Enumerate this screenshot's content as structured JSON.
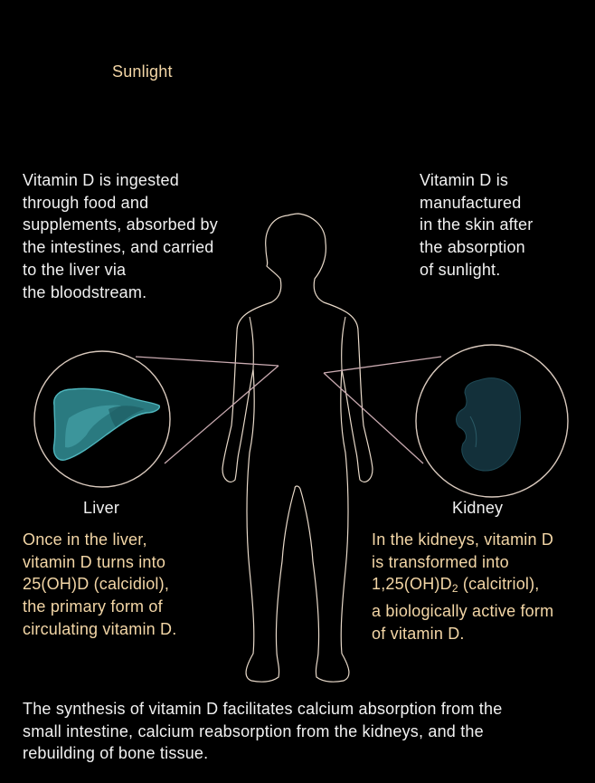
{
  "title": "Sunlight",
  "ingestion_text": "Vitamin D is ingested\nthrough food and\nsupplements, absorbed by\nthe intestines, and carried\nto the liver via\nthe bloodstream.",
  "skin_text": "Vitamin D is\nmanufactured\nin the skin after\nthe absorption\nof sunlight.",
  "liver": {
    "label": "Liver",
    "text": "Once in the liver,\nvitamin D turns into\n25(OH)D (calcidiol),\nthe primary form of\ncirculating vitamin D."
  },
  "kidney": {
    "label": "Kidney",
    "text_line1": "In the kidneys, vitamin D",
    "text_line2": "is transformed into",
    "text_line3_pre": "1,25(OH)D",
    "text_line3_sub": "2",
    "text_line3_post": " (calcitriol),",
    "text_line4": "a biologically active form",
    "text_line5": "of vitamin D."
  },
  "summary_text": "The synthesis of vitamin D facilitates calcium absorption from the\nsmall intestine, calcium reabsorption from the kidneys, and the\nrebuilding of bone tissue.",
  "colors": {
    "background": "#000000",
    "accent_text": "#f3d6a6",
    "body_text": "#f1f1f1",
    "outline": "#e8d9c9",
    "callout": "#c9aab0",
    "liver_fill": "#2a7a80",
    "kidney_fill": "#13303a"
  }
}
